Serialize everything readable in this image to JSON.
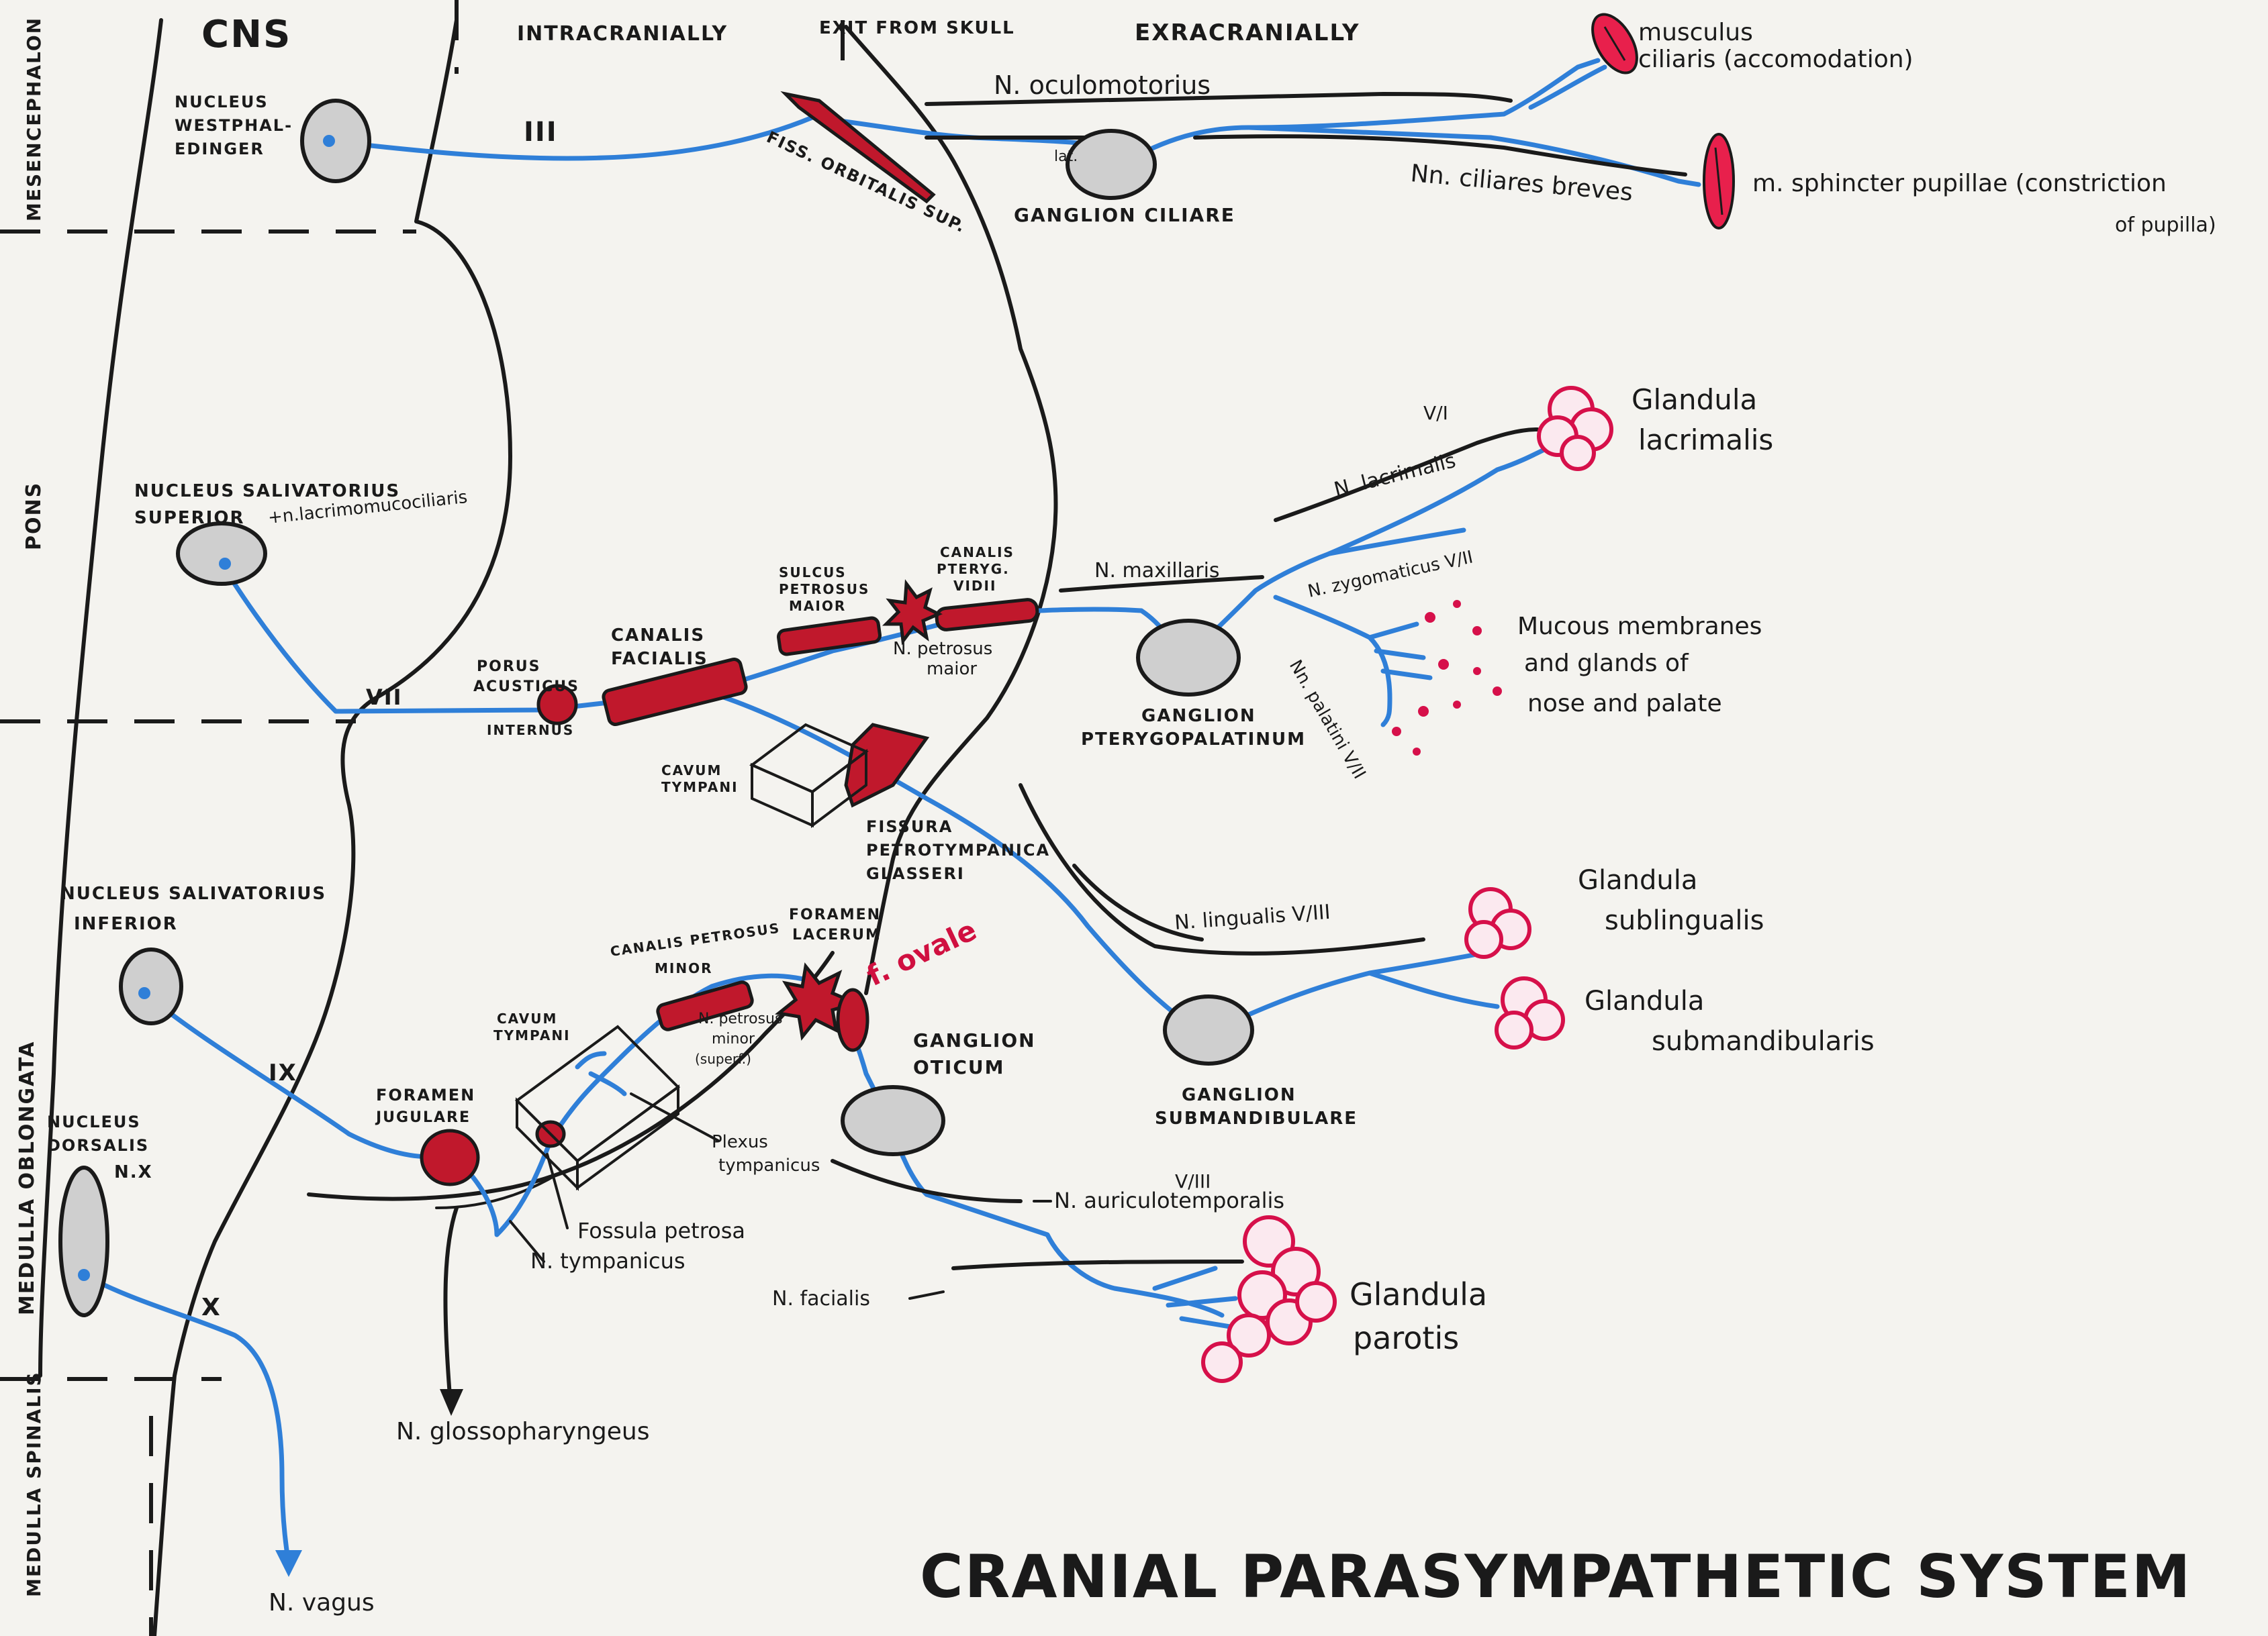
{
  "title": "CRANIAL PARASYMPATHETIC SYSTEM",
  "regions": {
    "cns": "CNS",
    "intracranially": "INTRACRANIALLY",
    "exit_from_skull": "EXIT FROM SKULL",
    "extracranially": "EXRACRANIALLY",
    "mesencephalon": "MESENCEPHALON",
    "pons": "PONS",
    "medulla_oblongata": "MEDULLA OBLONGATA",
    "medulla_spinalis": "MEDULLA SPINALIS"
  },
  "nuclei": {
    "westphal_1": "NUCLEUS",
    "westphal_2": "WESTPHAL-",
    "westphal_3": "EDINGER",
    "sal_sup_1": "NUCLEUS SALIVATORIUS",
    "sal_sup_2": "SUPERIOR",
    "sal_sup_3": "+n.lacrimomucociliaris",
    "sal_inf_1": "NUCLEUS SALIVATORIUS",
    "sal_inf_2": "INFERIOR",
    "dorsalis_1": "NUCLEUS",
    "dorsalis_2": "DORSALIS",
    "dorsalis_3": "N.X"
  },
  "cranial_nerves": {
    "III": "III",
    "VII": "VII",
    "IX": "IX",
    "X": "X"
  },
  "structures": {
    "fiss_orbitalis": "FISS. ORBITALIS SUP.",
    "n_oculomotorius": "N. oculomotorius",
    "ganglion_ciliare": "GANGLION CILIARE",
    "lat": "lat.",
    "nn_ciliares": "Nn. ciliares breves",
    "musculus_ciliaris_1": "musculus",
    "musculus_ciliaris_2": "ciliaris (accomodation)",
    "m_sphincter": "m. sphincter pupillae (constriction",
    "m_sphincter_2": "of pupilla)",
    "porus_1": "PORUS",
    "porus_2": "ACUSTICUS",
    "porus_3": "INTERNUS",
    "canalis_facialis_1": "CANALIS",
    "canalis_facialis_2": "FACIALIS",
    "sulcus_1": "SULCUS",
    "sulcus_2": "PETROSUS",
    "sulcus_3": "MAIOR",
    "canalis_ptery_1": "CANALIS",
    "canalis_ptery_2": "PTERYG.",
    "canalis_ptery_3": "VIDII",
    "n_petrosus_maior_1": "N. petrosus",
    "n_petrosus_maior_2": "maior",
    "n_maxillaris": "N. maxillaris",
    "n_lacrimalis": "N. lacrimalis",
    "v_i": "V/I",
    "n_zygomaticus": "N. zygomaticus V/II",
    "nn_palatini": "Nn. palatini V/II",
    "ganglion_ptery_1": "GANGLION",
    "ganglion_ptery_2": "PTERYGOPALATINUM",
    "glandula_lacrimalis_1": "Glandula",
    "glandula_lacrimalis_2": "lacrimalis",
    "mucous_1": "Mucous membranes",
    "mucous_2": "and glands of",
    "mucous_3": "nose and palate",
    "cavum_tympani_1": "CAVUM",
    "cavum_tympani_2": "TYMPANI",
    "fissura_1": "FISSURA",
    "fissura_2": "PETROTYMPANICA",
    "fissura_3": "GLASSERI",
    "n_lingualis": "N. lingualis V/III",
    "ganglion_sub_1": "GANGLION",
    "ganglion_sub_2": "SUBMANDIBULARE",
    "glandula_sublingualis_1": "Glandula",
    "glandula_sublingualis_2": "sublingualis",
    "glandula_submand_1": "Glandula",
    "glandula_submand_2": "submandibularis",
    "canalis_petrosus_1": "CANALIS PETROSUS",
    "canalis_petrosus_2": "MINOR",
    "foramen_lacerum_1": "FORAMEN",
    "foramen_lacerum_2": "LACERUM",
    "f_ovale": "f. ovale",
    "n_petrosus_minor_1": "N. petrosus",
    "n_petrosus_minor_2": "minor",
    "n_petrosus_minor_3": "(superf.)",
    "ganglion_oticum_1": "GANGLION",
    "ganglion_oticum_2": "OTICUM",
    "cavum_tympani_b_1": "CAVUM",
    "cavum_tympani_b_2": "TYMPANI",
    "foramen_jugulare_1": "FORAMEN",
    "foramen_jugulare_2": "JUGULARE",
    "plexus_1": "Plexus",
    "plexus_2": "tympanicus",
    "fossula": "Fossula petrosa",
    "n_tympanicus": "N. tympanicus",
    "v_iii": "V/III",
    "n_auriculotemporalis": "N. auriculotemporalis",
    "n_facialis": "N. facialis",
    "glandula_parotis_1": "Glandula",
    "glandula_parotis_2": "parotis",
    "n_glossopharyngeus": "N. glossopharyngeus",
    "n_vagus": "N. vagus"
  }
}
